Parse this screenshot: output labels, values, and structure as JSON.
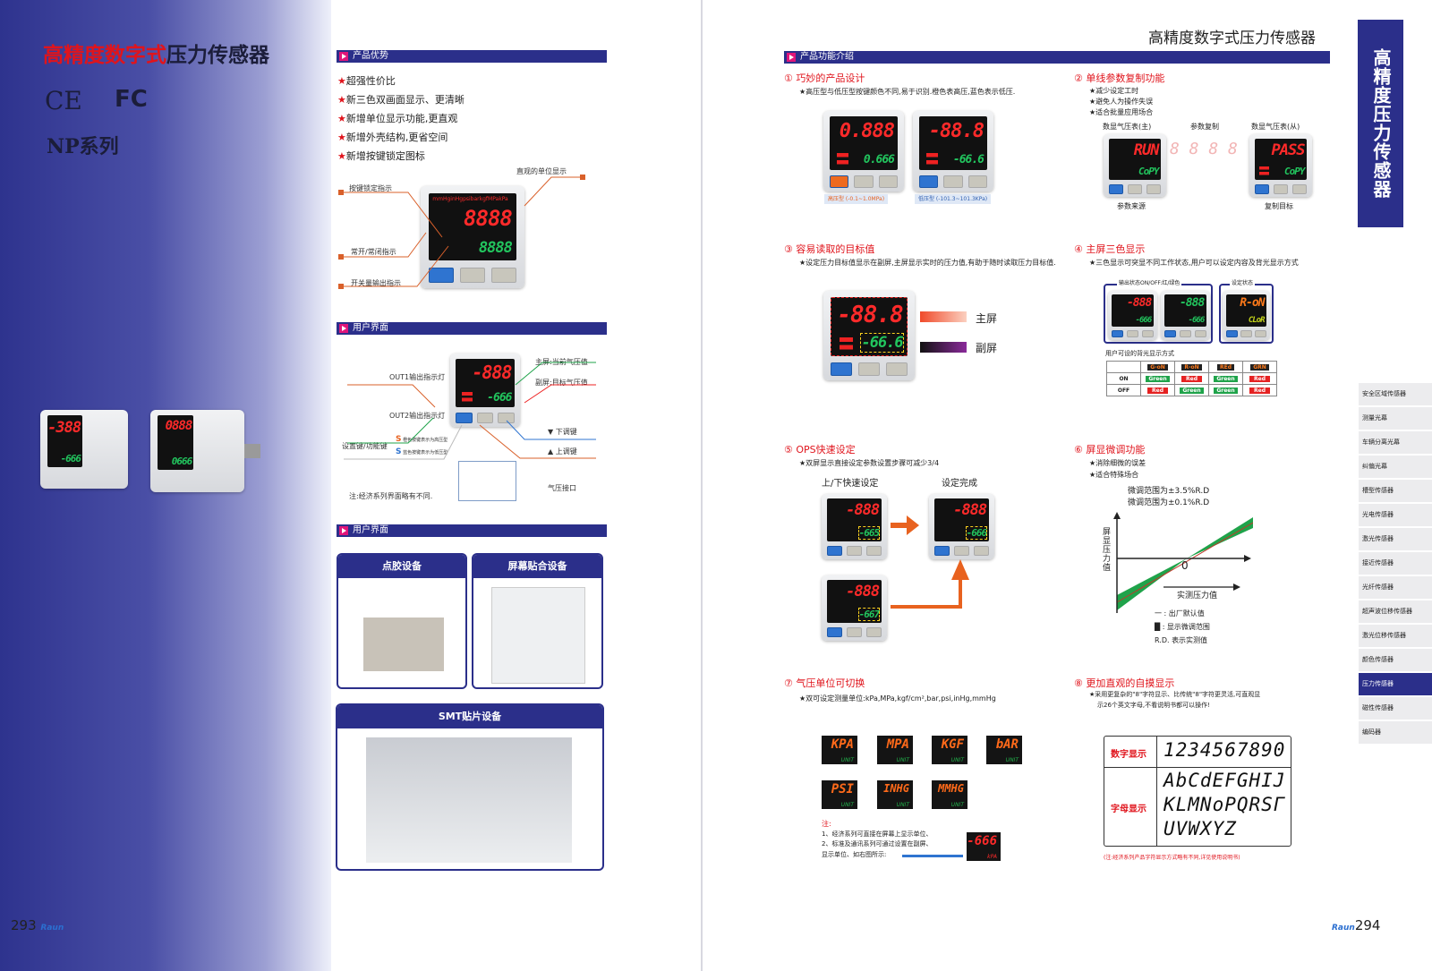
{
  "left": {
    "title_red": "高精度数字式",
    "title_dark": "压力传感器",
    "cert_ce": "CE",
    "cert_fc": "FC",
    "series": "NP系列",
    "photo_devices": [
      {
        "main": "-388",
        "sub": "-666"
      },
      {
        "main": "0888",
        "sub": "0666"
      }
    ],
    "sec1": {
      "title": "产品优势",
      "bullets": [
        "超强性价比",
        "新三色双画面显示、更清晰",
        "新增单位显示功能,更直观",
        "新增外壳结构,更省空间",
        "新增按键锁定图标"
      ],
      "labels": {
        "unit": "直观的单位显示",
        "lock": "按键锁定指示",
        "nonc": "常开/常闭指示",
        "output": "开关量输出指示"
      },
      "device": {
        "units": "mmHginHgpsibarkgfMPakPa",
        "main": "8888",
        "sub": "8888"
      }
    },
    "sec2": {
      "title": "用户界面",
      "labels": {
        "out1": "OUT1输出指示灯",
        "out2": "OUT2输出指示灯",
        "main": "主屏:当前气压值",
        "sub": "副屏:目标气压值",
        "set": "设置键/功能键",
        "s_orange": "橙色按键表示为高压型",
        "s_blue": "蓝色按键表示为低压型",
        "down": "▼ 下调键",
        "up": "▲ 上调键",
        "port": "气压接口",
        "note": "注:经济系列界面略有不同."
      },
      "device": {
        "main": "-888",
        "sub": "-666"
      }
    },
    "sec3": {
      "title": "用户界面",
      "cards": [
        "点胶设备",
        "屏幕贴合设备",
        "SMT贴片设备"
      ]
    },
    "page_number": "293",
    "brand": "Raun"
  },
  "right": {
    "header": "高精度数字式压力传感器",
    "vertical_tab": "高精度压力传感器",
    "section_title": "产品功能介绍",
    "f1": {
      "title": "① 巧妙的产品设计",
      "desc": "★高压型与低压型按键颜色不同,易于识别.橙色表高压,蓝色表示低压.",
      "devices": [
        {
          "main": "0.888",
          "sub": "0.666",
          "caption": "高压型 (-0.1~1.0MPa)"
        },
        {
          "main": "-88.8",
          "sub": "-66.6",
          "caption": "低压型 (-101.3~101.3KPa)"
        }
      ]
    },
    "f2": {
      "title": "② 单线参数复制功能",
      "bullets": [
        "★减少设定工时",
        "★避免人为操作失误",
        "★适合批量应用场合"
      ],
      "master": "数显气压表(主)",
      "copy": "参数复制",
      "slave": "数显气压表(从)",
      "source": "参数来源",
      "target": "复制目标",
      "dev_master": {
        "main": "RUN",
        "sub": "CoPY"
      },
      "dev_slave": {
        "main": "PASS",
        "sub": "CoPY"
      }
    },
    "f3": {
      "title": "③ 容易读取的目标值",
      "desc": "★设定压力目标值显示在副屏,主屏显示实时的压力值,有助于随时读取压力目标值.",
      "main_label": "主屏",
      "sub_label": "副屏",
      "device": {
        "main": "-88.8",
        "sub": "-66.6"
      }
    },
    "f4": {
      "title": "④ 主屏三色显示",
      "desc": "★三色显示可突显不同工作状态,用户可以设定内容及背光显示方式",
      "group1": "输出状态ON/OFF:红/绿色",
      "group2": "设定状态",
      "devices": [
        {
          "main": "-888",
          "sub": "-666"
        },
        {
          "main": "-888",
          "sub": "-666"
        },
        {
          "main": "R-oN",
          "sub": "CLoR"
        }
      ],
      "table_title": "用户可设的背光显示方式",
      "cols": [
        "G-oN",
        "R-oN",
        "REd",
        "GRN"
      ],
      "rows": [
        {
          "label": "ON",
          "cells": [
            "Green",
            "Red",
            "Green",
            "Red"
          ]
        },
        {
          "label": "OFF",
          "cells": [
            "Red",
            "Green",
            "Green",
            "Red"
          ]
        }
      ]
    },
    "f5": {
      "title": "⑤ OPS快速设定",
      "desc": "★双屏显示直接设定参数设置步骤可减少3/4",
      "quick": "上/下快速设定",
      "done": "设定完成",
      "devices": [
        {
          "main": "-888",
          "sub": "-665"
        },
        {
          "main": "-888",
          "sub": "-666"
        },
        {
          "main": "-888",
          "sub": "-667"
        }
      ]
    },
    "f6": {
      "title": "⑥ 屏显微调功能",
      "bullets": [
        "★消除细微的误差",
        "★适合特殊场合"
      ],
      "range1": "微调范围为±3.5%R.D",
      "range2": "微调范围为±0.1%R.D",
      "ylabel": "屏显压力值",
      "xlabel": "实测压力值",
      "origin": "0",
      "legend": [
        "一 : 出厂默认值",
        "█ : 显示微调范围",
        "R.D. 表示实测值"
      ]
    },
    "f7": {
      "title": "⑦ 气压单位可切换",
      "desc": "★双可设定测量单位:kPa,MPa,kgf/cm²,bar,psi,inHg,mmHg",
      "units": [
        "KPA",
        "MPA",
        "KGF",
        "bAR",
        "PSI",
        "INHG",
        "MMHG"
      ],
      "unit_sub": "UNIT",
      "note_title": "注:",
      "notes": [
        "1、经济系列可直接在屏幕上显示单位、",
        "2、标准及通讯系列可通过设置在副屏、",
        "显示单位、如右图所示:"
      ],
      "note_device": {
        "main": "-666",
        "sub": "kPA"
      }
    },
    "f8": {
      "title": "⑧ 更加直观的自摸显示",
      "desc1": "★采用更复杂的\"8\"字符显示、比传统\"8\"字符更灵活,可直观显",
      "desc2": "示26个英文字母,不看说明书都可以操作!",
      "num_label": "数字显示",
      "num": "1234567890",
      "alpha_label": "字母显示",
      "alpha": [
        "AbCdEFGHIJ",
        "KLMNoPQRSΓ",
        "UVWXYZ"
      ],
      "footnote": "(注:经济系列产品字符显示方式略有不同,详见使用说明书)"
    },
    "sidebar": [
      "安全区域传感器",
      "测量光幕",
      "车辆分离光幕",
      "纠偏光幕",
      "槽型传感器",
      "光电传感器",
      "激光传感器",
      "接近传感器",
      "光纤传感器",
      "超声波位移传感器",
      "激光位移传感器",
      "颜色传感器",
      "压力传感器",
      "磁性传感器",
      "编码器"
    ],
    "sidebar_active": "压力传感器",
    "page_number": "294",
    "brand": "Raun"
  }
}
